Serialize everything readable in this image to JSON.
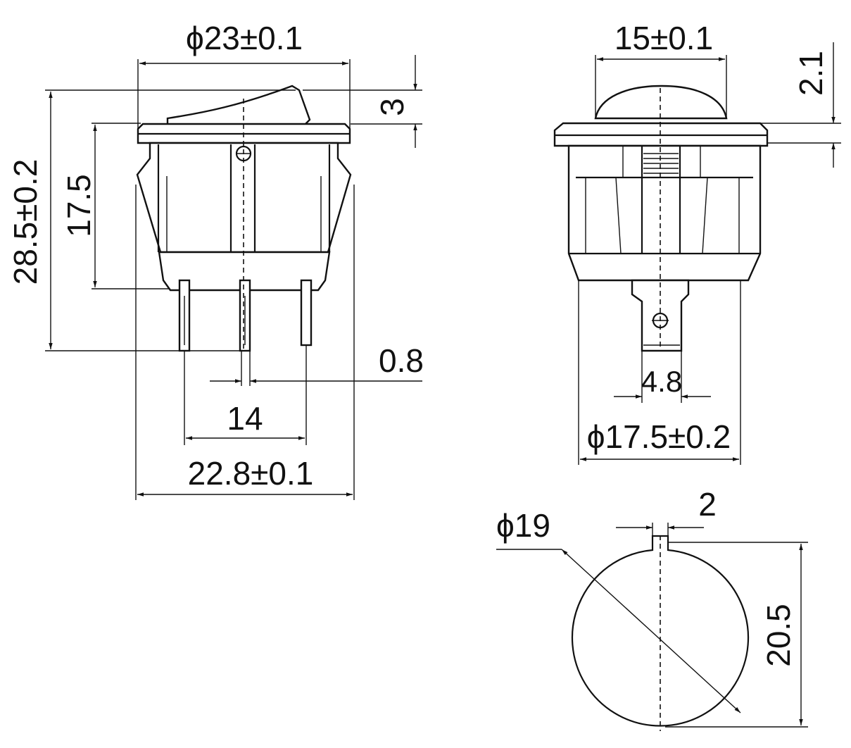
{
  "dimensions": {
    "head_diameter": "ϕ23±0.1",
    "total_height": "28.5±0.2",
    "body_height": "17.5",
    "rocker_protrusion": "3",
    "terminal_thickness": "0.8",
    "terminal_pitch": "14",
    "body_width": "22.8±0.1",
    "button_width": "15±0.1",
    "button_height": "2.1",
    "terminal_width": "4.8",
    "body_diameter": "ϕ17.5±0.2",
    "cutout_diameter": "ϕ19",
    "key_width": "2",
    "cutout_height": "20.5"
  }
}
